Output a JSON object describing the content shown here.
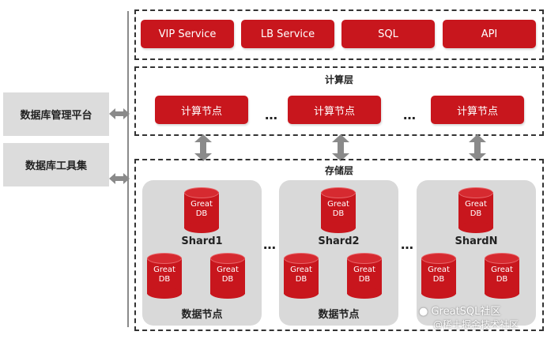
{
  "left_panel": {
    "mgmt_platform": "数据库管理平台",
    "tool_set": "数据库工具集"
  },
  "service_layer": {
    "items": [
      "VIP Service",
      "LB Service",
      "SQL",
      "API"
    ]
  },
  "compute_layer": {
    "title": "计算层",
    "nodes": [
      "计算节点",
      "计算节点",
      "计算节点"
    ],
    "ellipsis": "…"
  },
  "storage_layer": {
    "title": "存储层",
    "db_text_line1": "Great",
    "db_text_line2": "DB",
    "shards": [
      {
        "name": "Shard1",
        "footer": "数据节点"
      },
      {
        "name": "Shard2",
        "footer": "数据节点"
      },
      {
        "name": "ShardN",
        "footer": ""
      }
    ],
    "ellipsis": "…"
  },
  "watermark": {
    "line1": "GreatSQL社区",
    "line2": "@稀土掘金技术社区"
  },
  "colors": {
    "accent": "#c8161d",
    "panel_grey": "#dcdcdc",
    "shard_grey": "#d9d9d9"
  }
}
